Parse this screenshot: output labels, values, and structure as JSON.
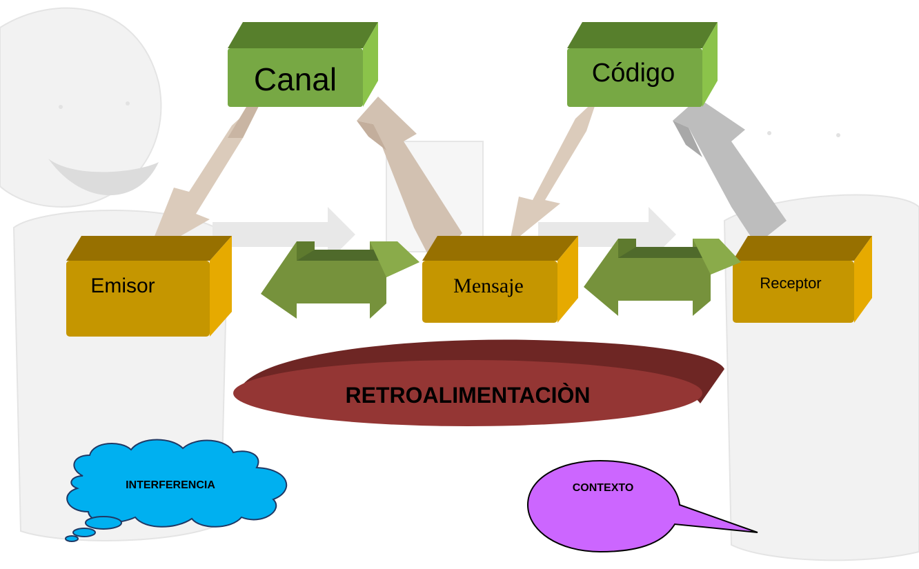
{
  "diagram": {
    "nodes": {
      "canal": "Canal",
      "codigo": "Código",
      "emisor": "Emisor",
      "mensaje": "Mensaje",
      "receptor": "Receptor"
    },
    "feedback": "RETROALIMENTACIÒN",
    "interference": "INTERFERENCIA",
    "context": "CONTEXTO"
  },
  "colors": {
    "green_box": "#77a844",
    "gold_box": "#c89a00",
    "olive_arrow": "#76923c",
    "tan_arrow": "#d7c6b6",
    "gray_arrow": "#bcbcbc",
    "ellipse": "#943634",
    "cloud": "#00b0f0",
    "bubble": "#cc66ff",
    "background_figure": "#f1f1f1"
  }
}
